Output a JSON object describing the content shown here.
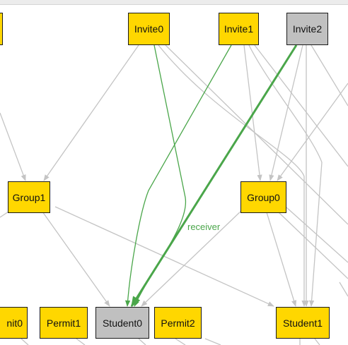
{
  "nodes": {
    "invite0": "Invite0",
    "invite1": "Invite1",
    "invite2": "Invite2",
    "group1": "Group1",
    "group0": "Group0",
    "permit_left": "nit0",
    "permit1": "Permit1",
    "student0": "Student0",
    "permit2": "Permit2",
    "student1": "Student1"
  },
  "edge_labels": {
    "receiver": "receiver"
  },
  "colors": {
    "node_yellow": "#ffd700",
    "node_gray": "#c0c0c0",
    "edge_gray": "#c4c4c4",
    "edge_green": "#4aa64a"
  }
}
